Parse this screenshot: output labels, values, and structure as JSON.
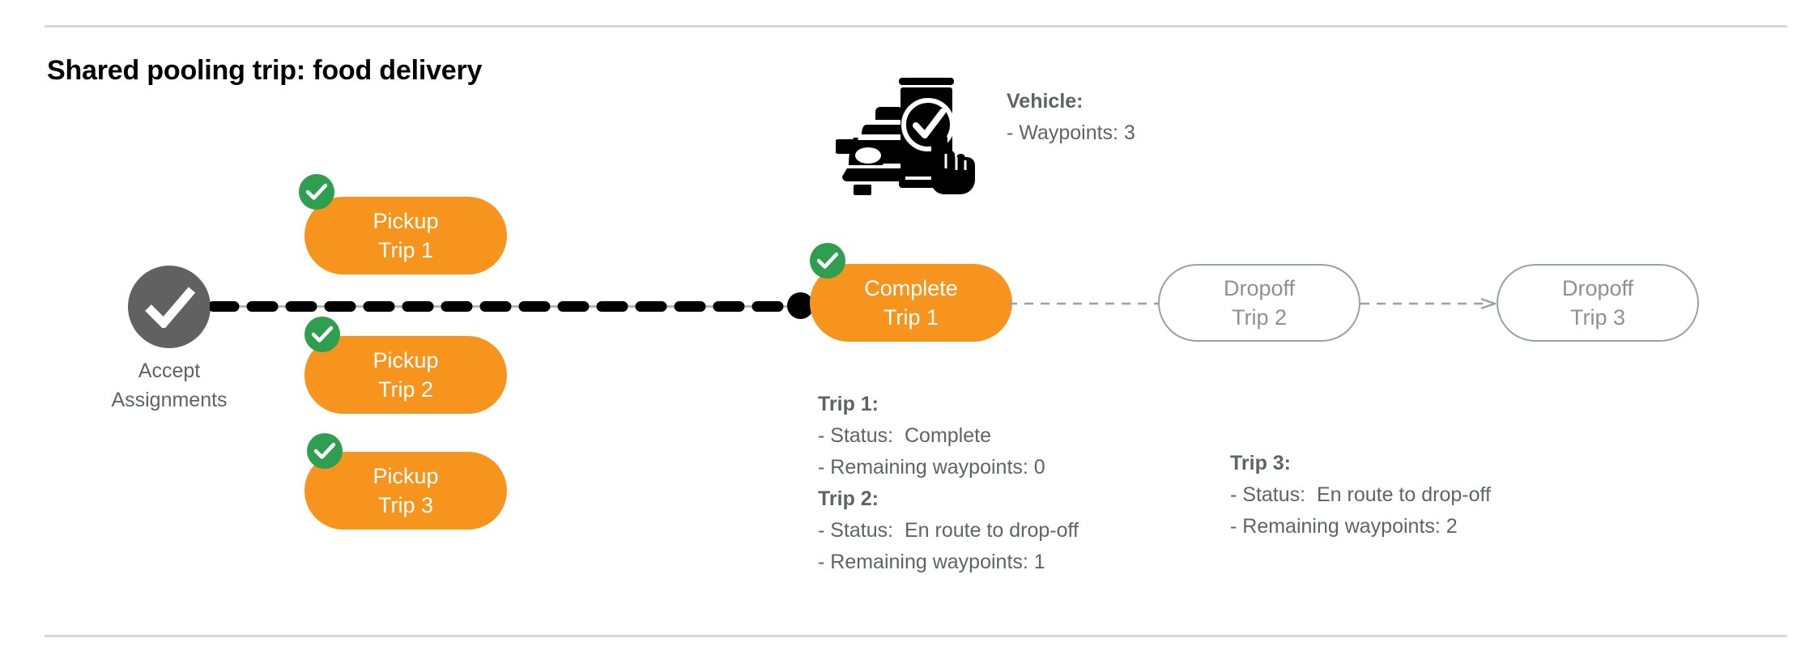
{
  "title": "Shared pooling trip: food delivery",
  "colors": {
    "pill_fill": "#F7941E",
    "badge_green": "#2E9E4F",
    "node_gray": "#616161",
    "text_gray": "#5f6368",
    "outline_gray": "#9aa0a6",
    "divider": "#d7d7d7",
    "connector_black": "#000000"
  },
  "start_node": {
    "icon": "check-circle-icon",
    "label_line1": "Accept",
    "label_line2": "Assignments"
  },
  "pickups": [
    {
      "badge": "check-badge-icon",
      "line1": "Pickup",
      "line2": "Trip 1"
    },
    {
      "badge": "check-badge-icon",
      "line1": "Pickup",
      "line2": "Trip 2"
    },
    {
      "badge": "check-badge-icon",
      "line1": "Pickup",
      "line2": "Trip 3"
    }
  ],
  "complete_node": {
    "badge": "check-badge-icon",
    "line1": "Complete",
    "line2": "Trip 1"
  },
  "dropoffs": [
    {
      "line1": "Dropoff",
      "line2": "Trip 2"
    },
    {
      "line1": "Dropoff",
      "line2": "Trip 3"
    }
  ],
  "vehicle_info": {
    "icon": "car-phone-check-icon",
    "heading": "Vehicle:",
    "waypoints": "- Waypoints: 3"
  },
  "trip_info": {
    "trip1": {
      "heading": "Trip 1:",
      "status": "- Status:  Complete",
      "remaining": "- Remaining waypoints: 0"
    },
    "trip2": {
      "heading": "Trip 2:",
      "status": "- Status:  En route to drop-off",
      "remaining": "- Remaining waypoints: 1"
    },
    "trip3": {
      "heading": "Trip 3:",
      "status": "- Status:  En route to drop-off",
      "remaining": "- Remaining waypoints: 2"
    }
  }
}
